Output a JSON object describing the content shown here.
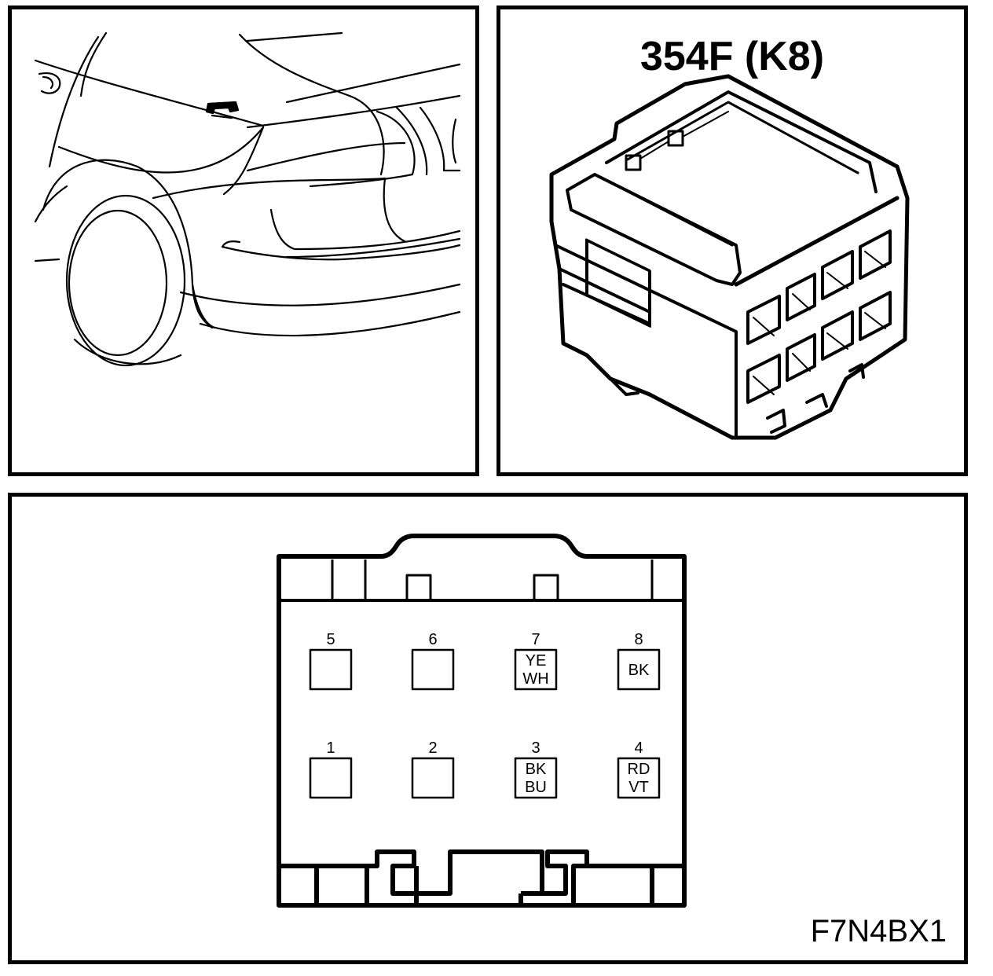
{
  "connector": {
    "id": "354F (K8)"
  },
  "figure_code": "F7N4BX1",
  "pins": [
    {
      "number": "5",
      "wire": []
    },
    {
      "number": "6",
      "wire": []
    },
    {
      "number": "7",
      "wire": [
        "YE",
        "WH"
      ]
    },
    {
      "number": "8",
      "wire": [
        "BK"
      ]
    },
    {
      "number": "1",
      "wire": []
    },
    {
      "number": "2",
      "wire": []
    },
    {
      "number": "3",
      "wire": [
        "BK",
        "BU"
      ]
    },
    {
      "number": "4",
      "wire": [
        "RD",
        "VT"
      ]
    }
  ],
  "colors": {
    "line": "#000000",
    "background": "#ffffff"
  }
}
